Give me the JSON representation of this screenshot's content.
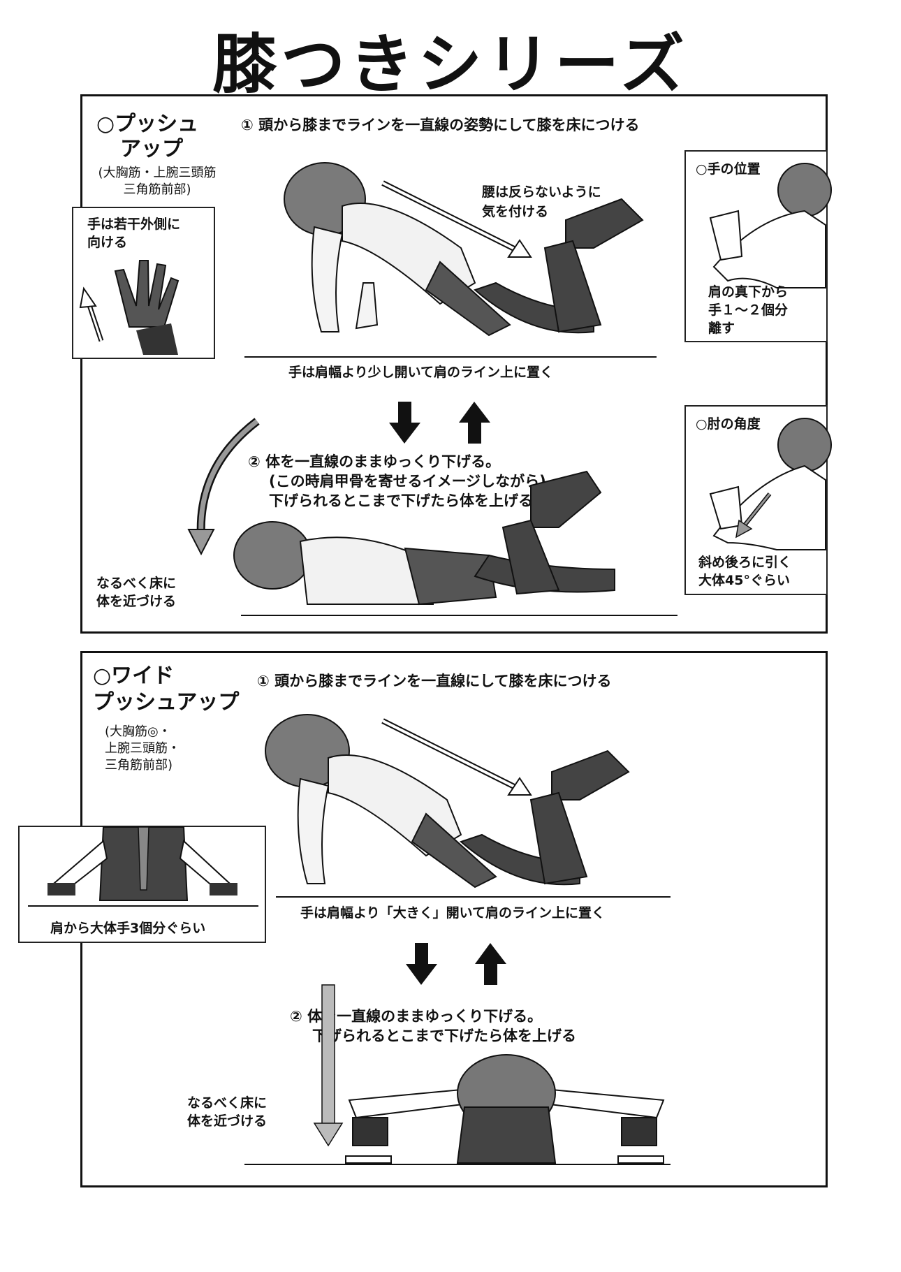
{
  "page_title": "膝つきシリーズ",
  "section1": {
    "heading_line1": "○プッシュ",
    "heading_line2": "アップ",
    "muscles_line1": "(大胸筋・上腕三頭筋",
    "muscles_line2": "三角筋前部)",
    "step1": "① 頭から膝までラインを一直線の姿勢にして膝を床につける",
    "back_note_line1": "腰は反らないように",
    "back_note_line2": "気を付ける",
    "hand_caption": "手は肩幅より少し開いて肩のライン上に置く",
    "inset_hand": {
      "line1": "手は若干外側に",
      "line2": "向ける"
    },
    "inset_position": {
      "title": "○手の位置",
      "line1": "肩の真下から",
      "line2": "手１～２個分",
      "line3": "離す"
    },
    "step2_line1": "② 体を一直線のままゆっくり下げる。",
    "step2_line2": "(この時肩甲骨を寄せるイメージしながら)",
    "step2_line3": "下げられるとこまで下げたら体を上げる",
    "inset_elbow": {
      "title": "○肘の角度",
      "line1": "斜め後ろに引く",
      "line2": "大体45°ぐらい"
    },
    "lower_note_line1": "なるべく床に",
    "lower_note_line2": "体を近づける"
  },
  "section2": {
    "heading_line1": "○ワイド",
    "heading_line2": "プッシュアップ",
    "muscles_line1": "(大胸筋◎・",
    "muscles_line2": "上腕三頭筋・",
    "muscles_line3": "三角筋前部)",
    "step1": "① 頭から膝までラインを一直線にして膝を床につける",
    "hand_caption": "手は肩幅より「大きく」開いて肩のライン上に置く",
    "inset_width": {
      "caption": "肩から大体手3個分ぐらい"
    },
    "step2_line1": "② 体を一直線のままゆっくり下げる。",
    "step2_line2": "下げられるとこまで下げたら体を上げる",
    "lower_note_line1": "なるべく床に",
    "lower_note_line2": "体を近づける"
  },
  "icons": [
    "arrow-down-icon",
    "arrow-up-icon",
    "direction-arrow-icon"
  ]
}
